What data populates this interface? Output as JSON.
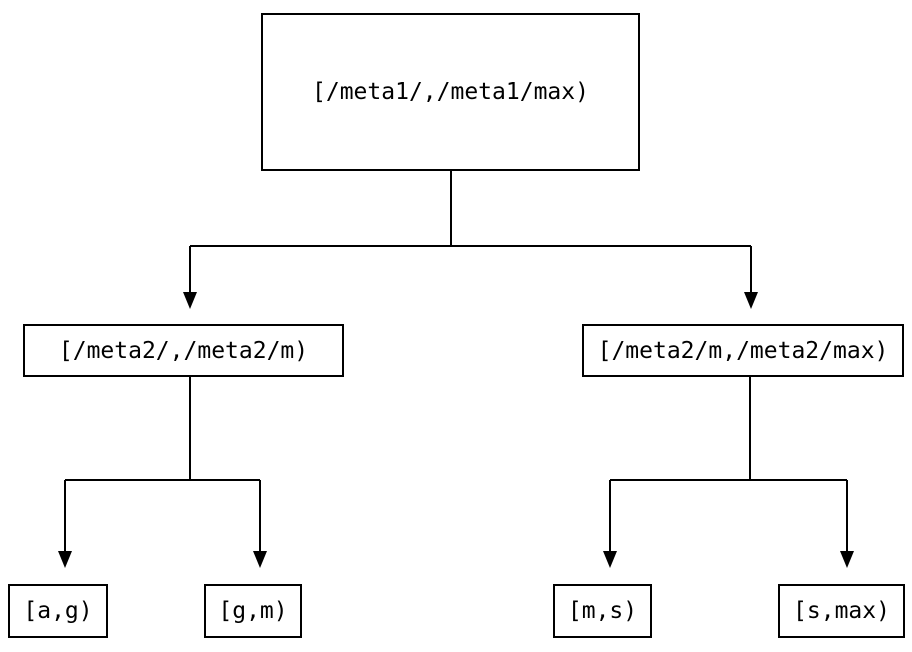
{
  "diagram": {
    "type": "tree",
    "background_color": "#ffffff",
    "line_color": "#000000",
    "text_color": "#000000",
    "nodes": {
      "root": {
        "label": "[/meta1/,/meta1/max)"
      },
      "left": {
        "label": "[/meta2/,/meta2/m)"
      },
      "right": {
        "label": "[/meta2/m,/meta2/max)"
      },
      "left_left": {
        "label": "[a,g)"
      },
      "left_right": {
        "label": "[g,m)"
      },
      "right_left": {
        "label": "[m,s)"
      },
      "right_right": {
        "label": "[s,max)"
      }
    },
    "edges": [
      {
        "from": "root",
        "to": "left"
      },
      {
        "from": "root",
        "to": "right"
      },
      {
        "from": "left",
        "to": "left_left"
      },
      {
        "from": "left",
        "to": "left_right"
      },
      {
        "from": "right",
        "to": "right_left"
      },
      {
        "from": "right",
        "to": "right_right"
      }
    ]
  }
}
